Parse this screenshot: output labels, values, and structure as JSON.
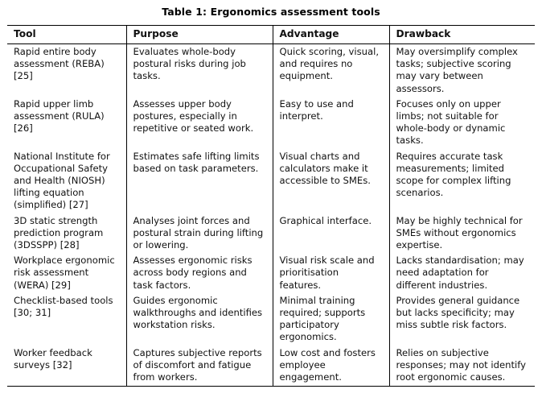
{
  "caption": "Table 1: Ergonomics assessment tools",
  "table": {
    "headers": [
      "Tool",
      "Purpose",
      "Advantage",
      "Drawback"
    ],
    "rows": [
      {
        "tool": "Rapid entire body assessment (REBA) [25]",
        "purpose": "Evaluates whole-body postural risks during job tasks.",
        "advantage": "Quick scoring, visual, and requires no equipment.",
        "drawback": "May oversimplify complex tasks; subjective scoring may vary between assessors."
      },
      {
        "tool": "Rapid upper limb assessment (RULA) [26]",
        "purpose": "Assesses upper body postures, especially in repetitive or seated work.",
        "advantage": "Easy to use and interpret.",
        "drawback": "Focuses only on upper limbs; not suitable for whole-body or dynamic tasks."
      },
      {
        "tool": "National Institute for Occupational Safety and Health (NIOSH) lifting equation (simplified) [27]",
        "purpose": "Estimates safe lifting limits based on task parameters.",
        "advantage": "Visual charts and calculators make it accessible to SMEs.",
        "drawback": "Requires accurate task measurements; limited scope for complex lifting scenarios."
      },
      {
        "tool": "3D static strength prediction program (3DSSPP) [28]",
        "purpose": "Analyses joint forces and postural strain during lifting or lowering.",
        "advantage": "Graphical interface.",
        "drawback": "May be highly technical for SMEs without ergonomics expertise."
      },
      {
        "tool": "Workplace ergonomic risk assessment (WERA) [29]",
        "purpose": "Assesses ergonomic risks across body regions and task factors.",
        "advantage": "Visual risk scale and prioritisation features.",
        "drawback": "Lacks standardisation; may need adaptation for different industries."
      },
      {
        "tool": "Checklist-based tools [30; 31]",
        "purpose": "Guides ergonomic walkthroughs and identifies workstation risks.",
        "advantage": "Minimal training required; supports participatory ergonomics.",
        "drawback": "Provides general guidance but lacks specificity; may miss subtle risk factors."
      },
      {
        "tool": "Worker feedback surveys [32]",
        "purpose": "Captures subjective reports of discomfort and fatigue from workers.",
        "advantage": "Low cost and fosters employee engagement.",
        "drawback": "Relies on subjective responses; may not identify root ergonomic causes."
      }
    ]
  }
}
